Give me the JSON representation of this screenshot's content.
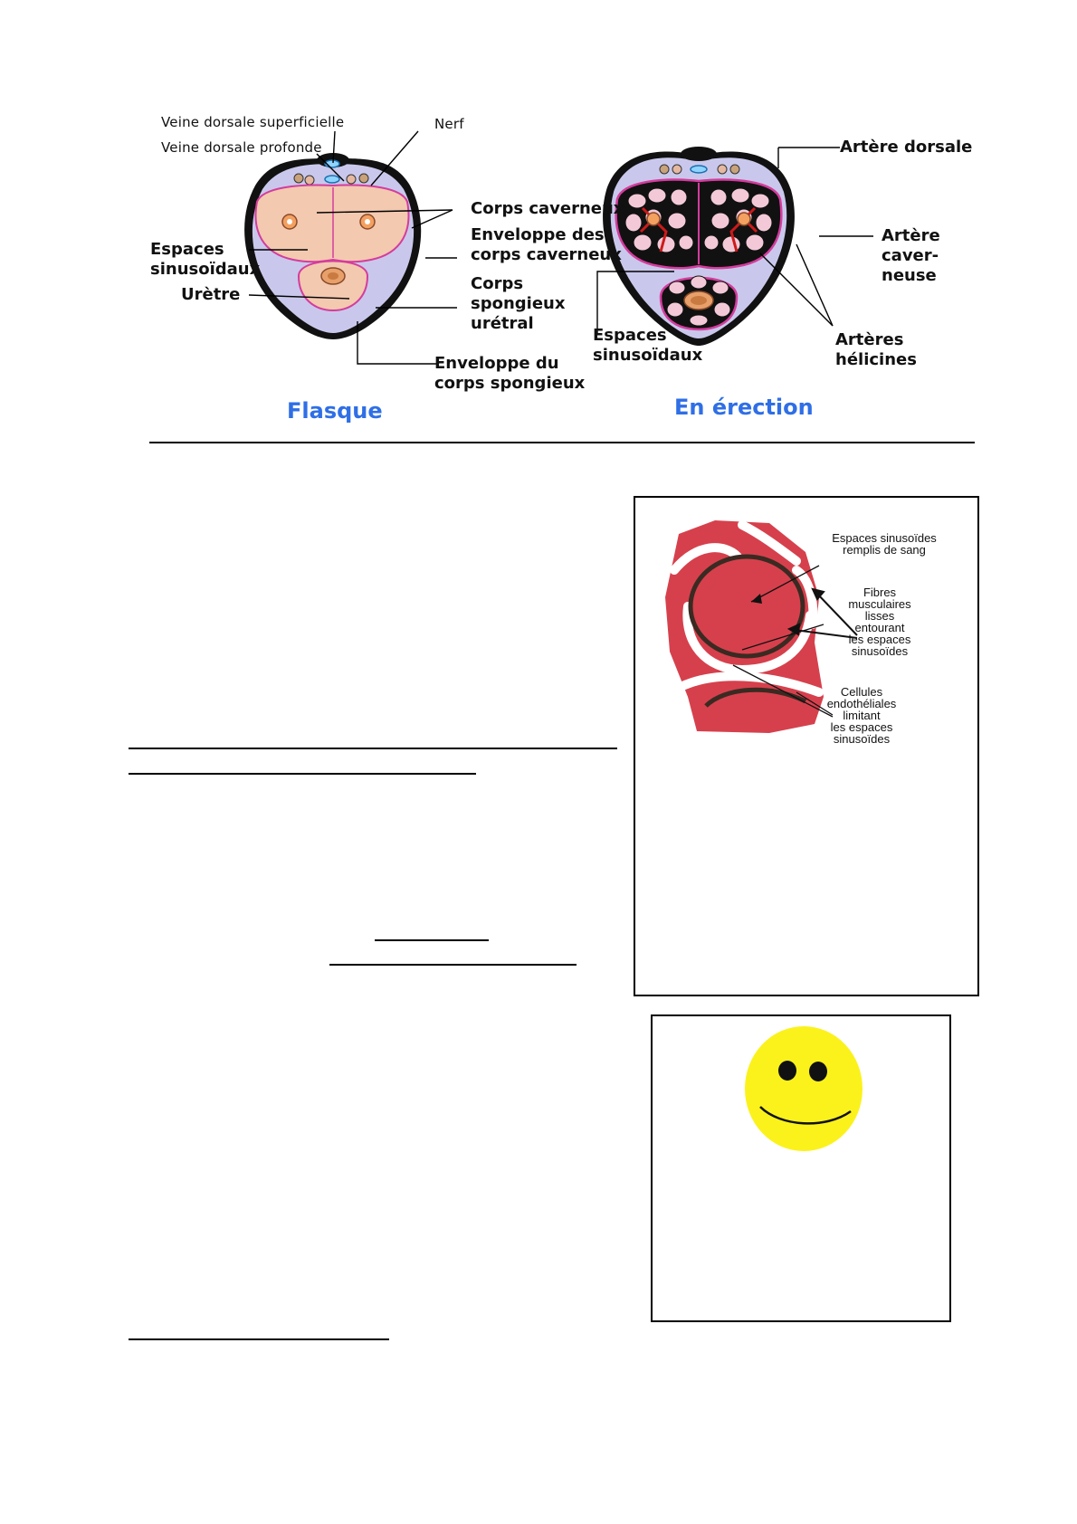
{
  "top_figure": {
    "labels": {
      "veine_superficielle": "Veine dorsale superficielle",
      "veine_profonde": "Veine dorsale profonde",
      "nerf": "Nerf",
      "corps_caverneux": "Corps caverneux",
      "enveloppe_caverneux_1": "Enveloppe des",
      "enveloppe_caverneux_2": "corps caverneux",
      "espaces_left_1": "Espaces",
      "espaces_left_2": "sinusoïdaux",
      "uretre": "Urètre",
      "spongieux_1": "Corps",
      "spongieux_2": "spongieux",
      "spongieux_3": "urétral",
      "env_spongieux_1": "Enveloppe du",
      "env_spongieux_2": "corps spongieux",
      "espaces_mid_1": "Espaces",
      "espaces_mid_2": "sinusoïdaux",
      "artere_dorsale": "Artère dorsale",
      "artere_cav_1": "Artère",
      "artere_cav_2": "caver-",
      "artere_cav_3": "neuse",
      "arteres_hel_1": "Artères",
      "arteres_hel_2": "hélicines"
    },
    "captions": {
      "left": "Flasque",
      "right": "En érection"
    },
    "colors": {
      "caption_blue": "#2f6fe6",
      "tissue_pink": "#f3c9b0",
      "envelope_purple": "#c9c8ec",
      "blood_red": "#cc1a1a"
    }
  },
  "micro_figure": {
    "label_espaces_1": "Espaces sinusoïdes",
    "label_espaces_2": "remplis de sang",
    "label_fibres": [
      "Fibres",
      "musculaires",
      "lisses",
      "entourant",
      "les espaces",
      "sinusoïdes"
    ],
    "label_cellules": [
      "Cellules",
      "endothéliales",
      "limitant",
      "les espaces",
      "sinusoïdes"
    ],
    "colors": {
      "tissue_red": "#d6404c"
    }
  },
  "smiley": {
    "icon": "smiley-face-icon",
    "color": "#fbf21c"
  }
}
